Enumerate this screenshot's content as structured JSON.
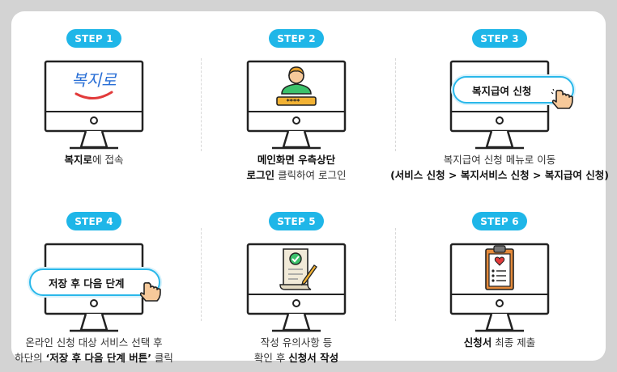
{
  "steps": [
    {
      "badge": "STEP 1",
      "logo_text": "복지로",
      "caption_line1_bold": "복지로",
      "caption_line1_rest": "에 접속",
      "caption_line2": ""
    },
    {
      "badge": "STEP 2",
      "password_mask": "****",
      "caption_line1_bold": "메인화면 우측상단",
      "caption_line2_bold": "로그인",
      "caption_line2_rest": " 클릭하여 로그인"
    },
    {
      "badge": "STEP 3",
      "pill_text": "복지급여 신청",
      "caption_line1": "복지급여 신청 메뉴로 이동",
      "caption_line2_bold": "(서비스 신청 > 복지서비스 신청 > 복지급여 신청)"
    },
    {
      "badge": "STEP 4",
      "pill_text": "저장 후 다음 단계",
      "caption_line1": "온라인 신청 대상 서비스 선택 후",
      "caption_line2_pre": "하단의 ",
      "caption_line2_bold": "‘저장 후 다음 단계 버튼’",
      "caption_line2_rest": " 클릭"
    },
    {
      "badge": "STEP 5",
      "caption_line1": "작성 유의사항 등",
      "caption_line2_pre": "확인 후 ",
      "caption_line2_bold": "신청서 작성"
    },
    {
      "badge": "STEP 6",
      "caption_line1_bold": "신청서",
      "caption_line1_rest": " 최종 제출"
    }
  ],
  "colors": {
    "accent": "#1fb6e8",
    "outline": "#222222",
    "logo_blue": "#2a6fd6",
    "logo_red": "#e23b3b"
  },
  "icons": [
    "monitor-icon",
    "user-login-icon",
    "hand-pointer-icon",
    "document-check-icon",
    "clipboard-heart-icon"
  ]
}
